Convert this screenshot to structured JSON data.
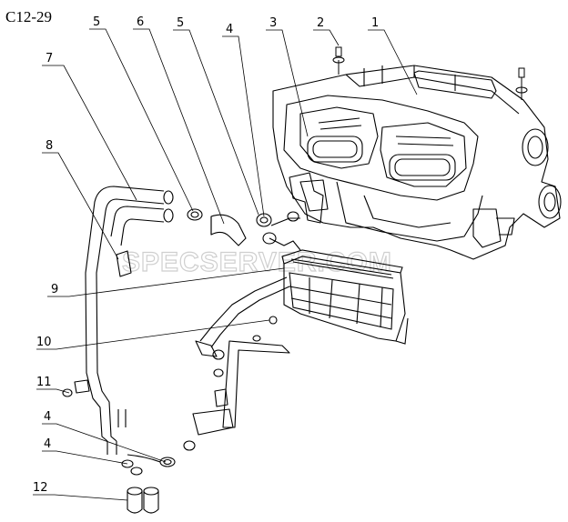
{
  "diagram": {
    "code": "C12-29",
    "watermark": "SPECSERVER.COM",
    "callouts": [
      {
        "id": "c1",
        "label": "1"
      },
      {
        "id": "c2",
        "label": "2"
      },
      {
        "id": "c3",
        "label": "3"
      },
      {
        "id": "c4a",
        "label": "4"
      },
      {
        "id": "c5a",
        "label": "5"
      },
      {
        "id": "c6",
        "label": "6"
      },
      {
        "id": "c5b",
        "label": "5"
      },
      {
        "id": "c7",
        "label": "7"
      },
      {
        "id": "c8",
        "label": "8"
      },
      {
        "id": "c9",
        "label": "9"
      },
      {
        "id": "c10",
        "label": "10"
      },
      {
        "id": "c11",
        "label": "11"
      },
      {
        "id": "c4b",
        "label": "4"
      },
      {
        "id": "c4c",
        "label": "4"
      },
      {
        "id": "c12",
        "label": "12"
      }
    ]
  }
}
